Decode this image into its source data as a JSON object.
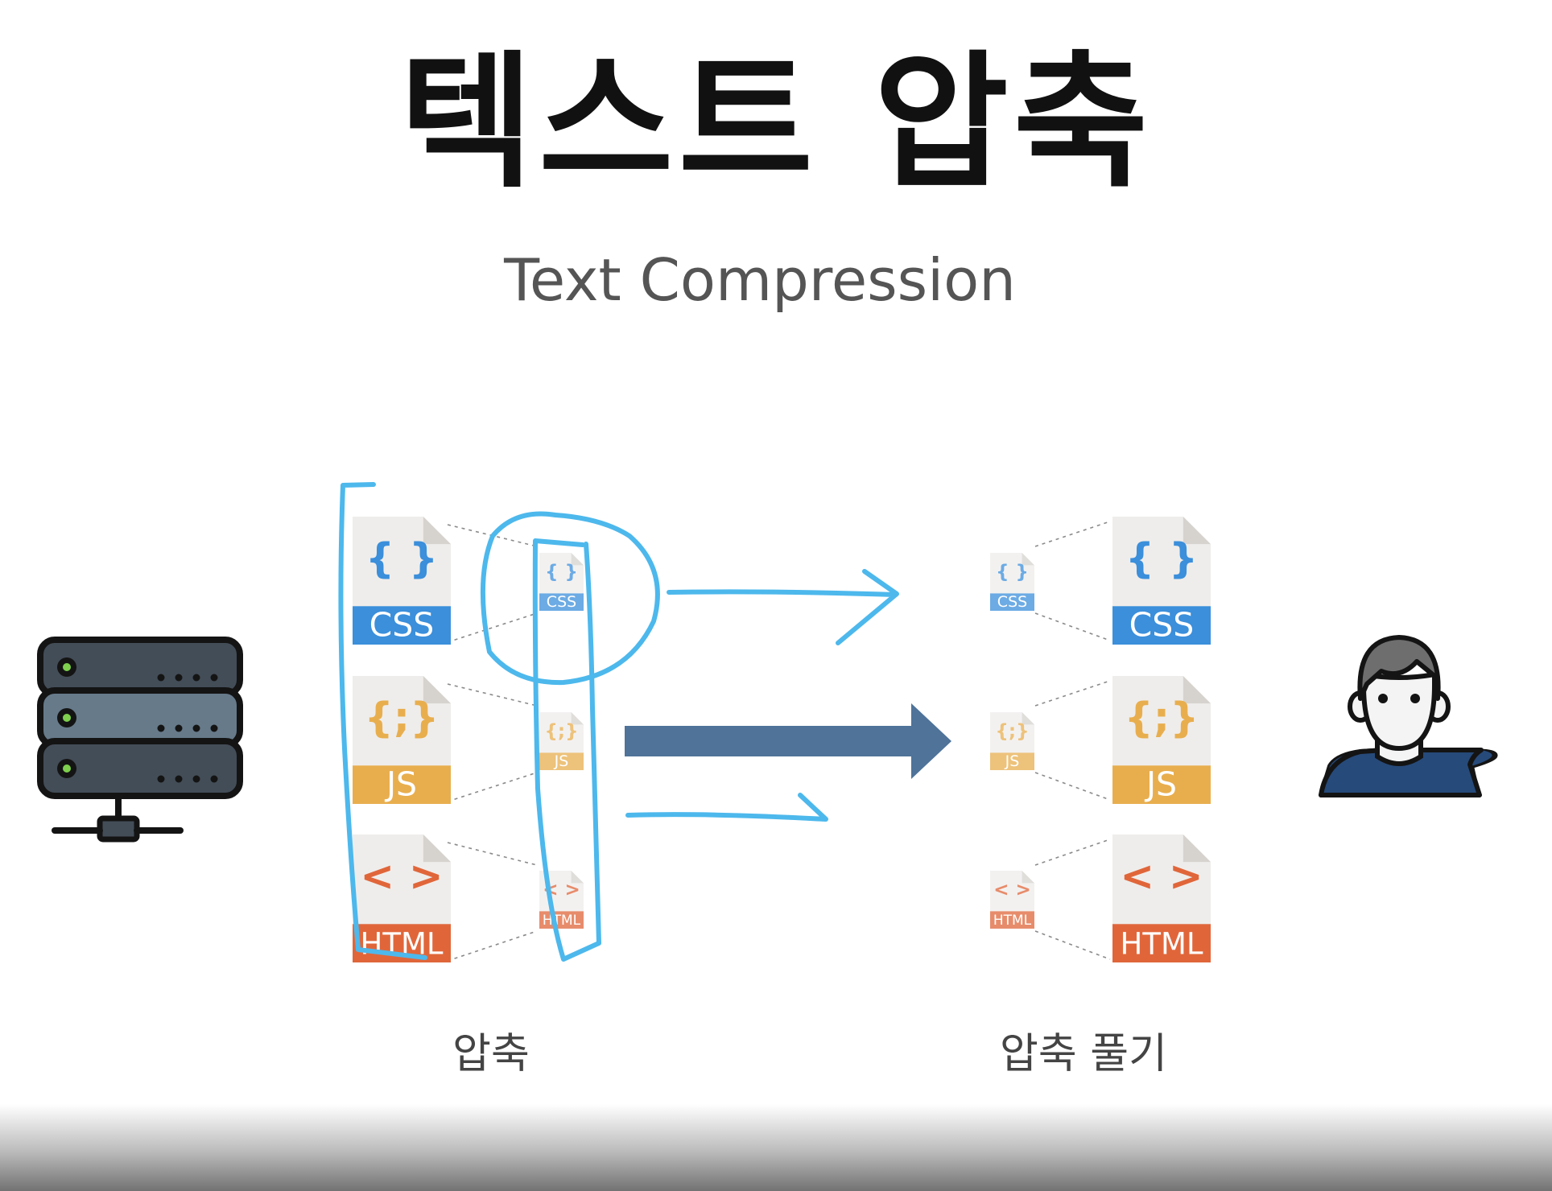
{
  "slide": {
    "title": "텍스트 압축",
    "subtitle": "Text Compression",
    "labels": {
      "compress": "압축",
      "decompress": "압축 풀기"
    }
  },
  "files": [
    {
      "type": "css",
      "brace_text": "{ }",
      "label": "CSS",
      "color": "#3b8fdb"
    },
    {
      "type": "js",
      "brace_text": "{;}",
      "label": "JS",
      "color": "#e8ae4e"
    },
    {
      "type": "html",
      "brace_text": "< >",
      "label": "HTML",
      "color": "#e0663a"
    }
  ],
  "colors": {
    "annotation": "#4db8ec",
    "main_arrow": "#4f7399",
    "server": "#434d58",
    "server_light": "#667a8a",
    "server_led": "#7ed04d",
    "user_shirt": "#264a7a",
    "user_hair": "#6e6e6e"
  },
  "icons": {
    "server": "server-icon",
    "user": "user-icon"
  }
}
